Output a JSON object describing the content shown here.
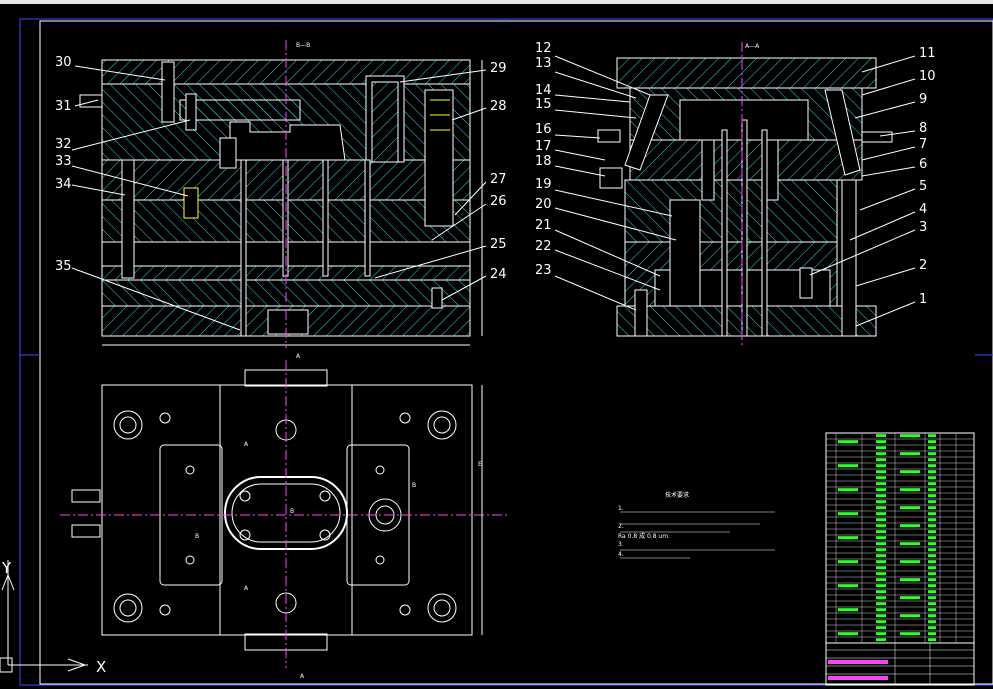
{
  "views": {
    "section_left": "B—B",
    "section_right": "A—A"
  },
  "callouts_left": [
    "30",
    "31",
    "32",
    "33",
    "34",
    "35"
  ],
  "callouts_mid": [
    "29",
    "28",
    "27",
    "26",
    "25",
    "24"
  ],
  "callouts_right_a": [
    "12",
    "13",
    "14",
    "15",
    "16",
    "17",
    "18",
    "19",
    "20",
    "21",
    "22",
    "23"
  ],
  "callouts_right_b": [
    "11",
    "10",
    "9",
    "8",
    "7",
    "6",
    "5",
    "4",
    "3",
    "2",
    "1"
  ],
  "plan_marks": {
    "a_top": "A",
    "a_bottom": "A",
    "b_left": "B",
    "b_right": "B",
    "b_hole": "B",
    "e_mark": "E",
    "a_arrow_top": "A",
    "a_arrow_bottom": "A"
  },
  "tech_req": {
    "title": "技术要求",
    "lines": [
      "1.",
      "2.",
      "Ra 0.8 成 0.8 um.",
      "3.",
      "4."
    ]
  },
  "axis": {
    "x": "X",
    "y": "Y"
  },
  "colors": {
    "background": "#000000",
    "line": "#ffffff",
    "hatch": "#2fd6d6",
    "center": "#ff40ff",
    "callout": "#ffffff",
    "table_text": "#2cff2c"
  }
}
